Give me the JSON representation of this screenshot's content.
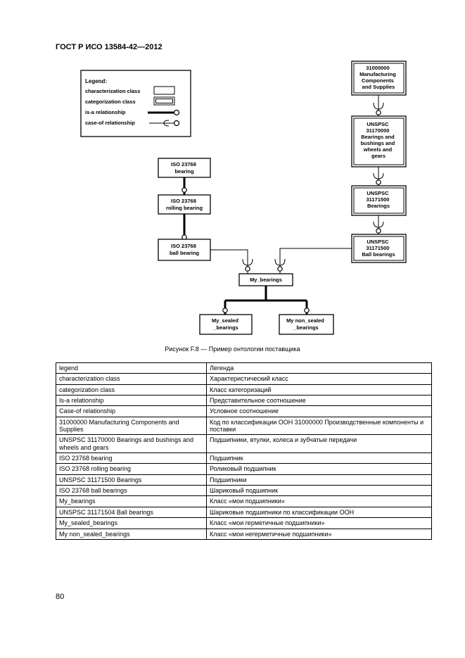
{
  "header": {
    "doc_id": "ГОСТ Р ИСО 13584-42—2012"
  },
  "legend": {
    "title": "Legend:",
    "items": [
      {
        "label": "characterization class",
        "symbol": "box"
      },
      {
        "label": "categorization class",
        "symbol": "double-box"
      },
      {
        "label": "is-a relationship",
        "symbol": "thick-line-circle"
      },
      {
        "label": "case-of relationship",
        "symbol": "line-fork-circle"
      }
    ]
  },
  "nodes": {
    "iso_bearing": [
      "ISO 23768",
      "bearing"
    ],
    "iso_rolling": [
      "ISO 23768",
      "rolling bearing"
    ],
    "iso_ball": [
      "ISO 23768",
      "ball bearing"
    ],
    "unspsc_mfg": [
      "31000000",
      "Manufacturing",
      "Components",
      "and Supplies"
    ],
    "unspsc_bushings": [
      "UNSPSC",
      "31170000",
      "Bearings and",
      "bushings and",
      "wheels and",
      "gears"
    ],
    "unspsc_bearings": [
      "UNSPSC",
      "31171500",
      "Bearings"
    ],
    "unspsc_ball": [
      "UNSPSC",
      "31171500",
      "Ball bearings"
    ],
    "my_bearings": [
      "My_bearings"
    ],
    "my_sealed": [
      "My_sealed",
      "_bearings"
    ],
    "my_non_sealed": [
      "My non_sealed",
      "_bearings"
    ]
  },
  "caption": "Рисунок F.8 — Пример онтологии поставщика",
  "glossary": [
    {
      "en": "legend",
      "ru": "Легенда"
    },
    {
      "en": "characterization class",
      "ru": "Характеристический класс"
    },
    {
      "en": "categorization class",
      "ru": "Класс категоризаций"
    },
    {
      "en": "Is-a relationship",
      "ru": "Представительное соотношение"
    },
    {
      "en": "Case-of relationship",
      "ru": "Условное соотношение"
    },
    {
      "en": "31000000  Manufacturing Components and Supplies",
      "ru": "Код по классификации ООН 31000000 Производственные компоненты и поставки"
    },
    {
      "en": "UNSPSC 31170000 Bearings and bushings and wheels and gears",
      "ru": "Подшипники, втулки, колеса и зубчатые передачи"
    },
    {
      "en": "ISO 23768 bearing",
      "ru": "Подшипник"
    },
    {
      "en": "ISO 23768 rolling bearing",
      "ru": "Роликовый подшипник"
    },
    {
      "en": "UNSPSC 31171500 Bearings",
      "ru": "Подшипники"
    },
    {
      "en": "ISO 23768 ball bearings",
      "ru": "Шариковый подшипник"
    },
    {
      "en": "My_bearings",
      "ru": "Класс «мои подшипники»"
    },
    {
      "en": "UNSPSC 31171504 Ball bearings",
      "ru": "Шариковые подшипники по классификации ООН"
    },
    {
      "en": "My_sealed_bearings",
      "ru": "Класс «мои герметичные подшипники»"
    },
    {
      "en": "My non_sealed_bearings",
      "ru": "Класс «мои негерметичные подшипники»"
    }
  ],
  "page_number": "80"
}
